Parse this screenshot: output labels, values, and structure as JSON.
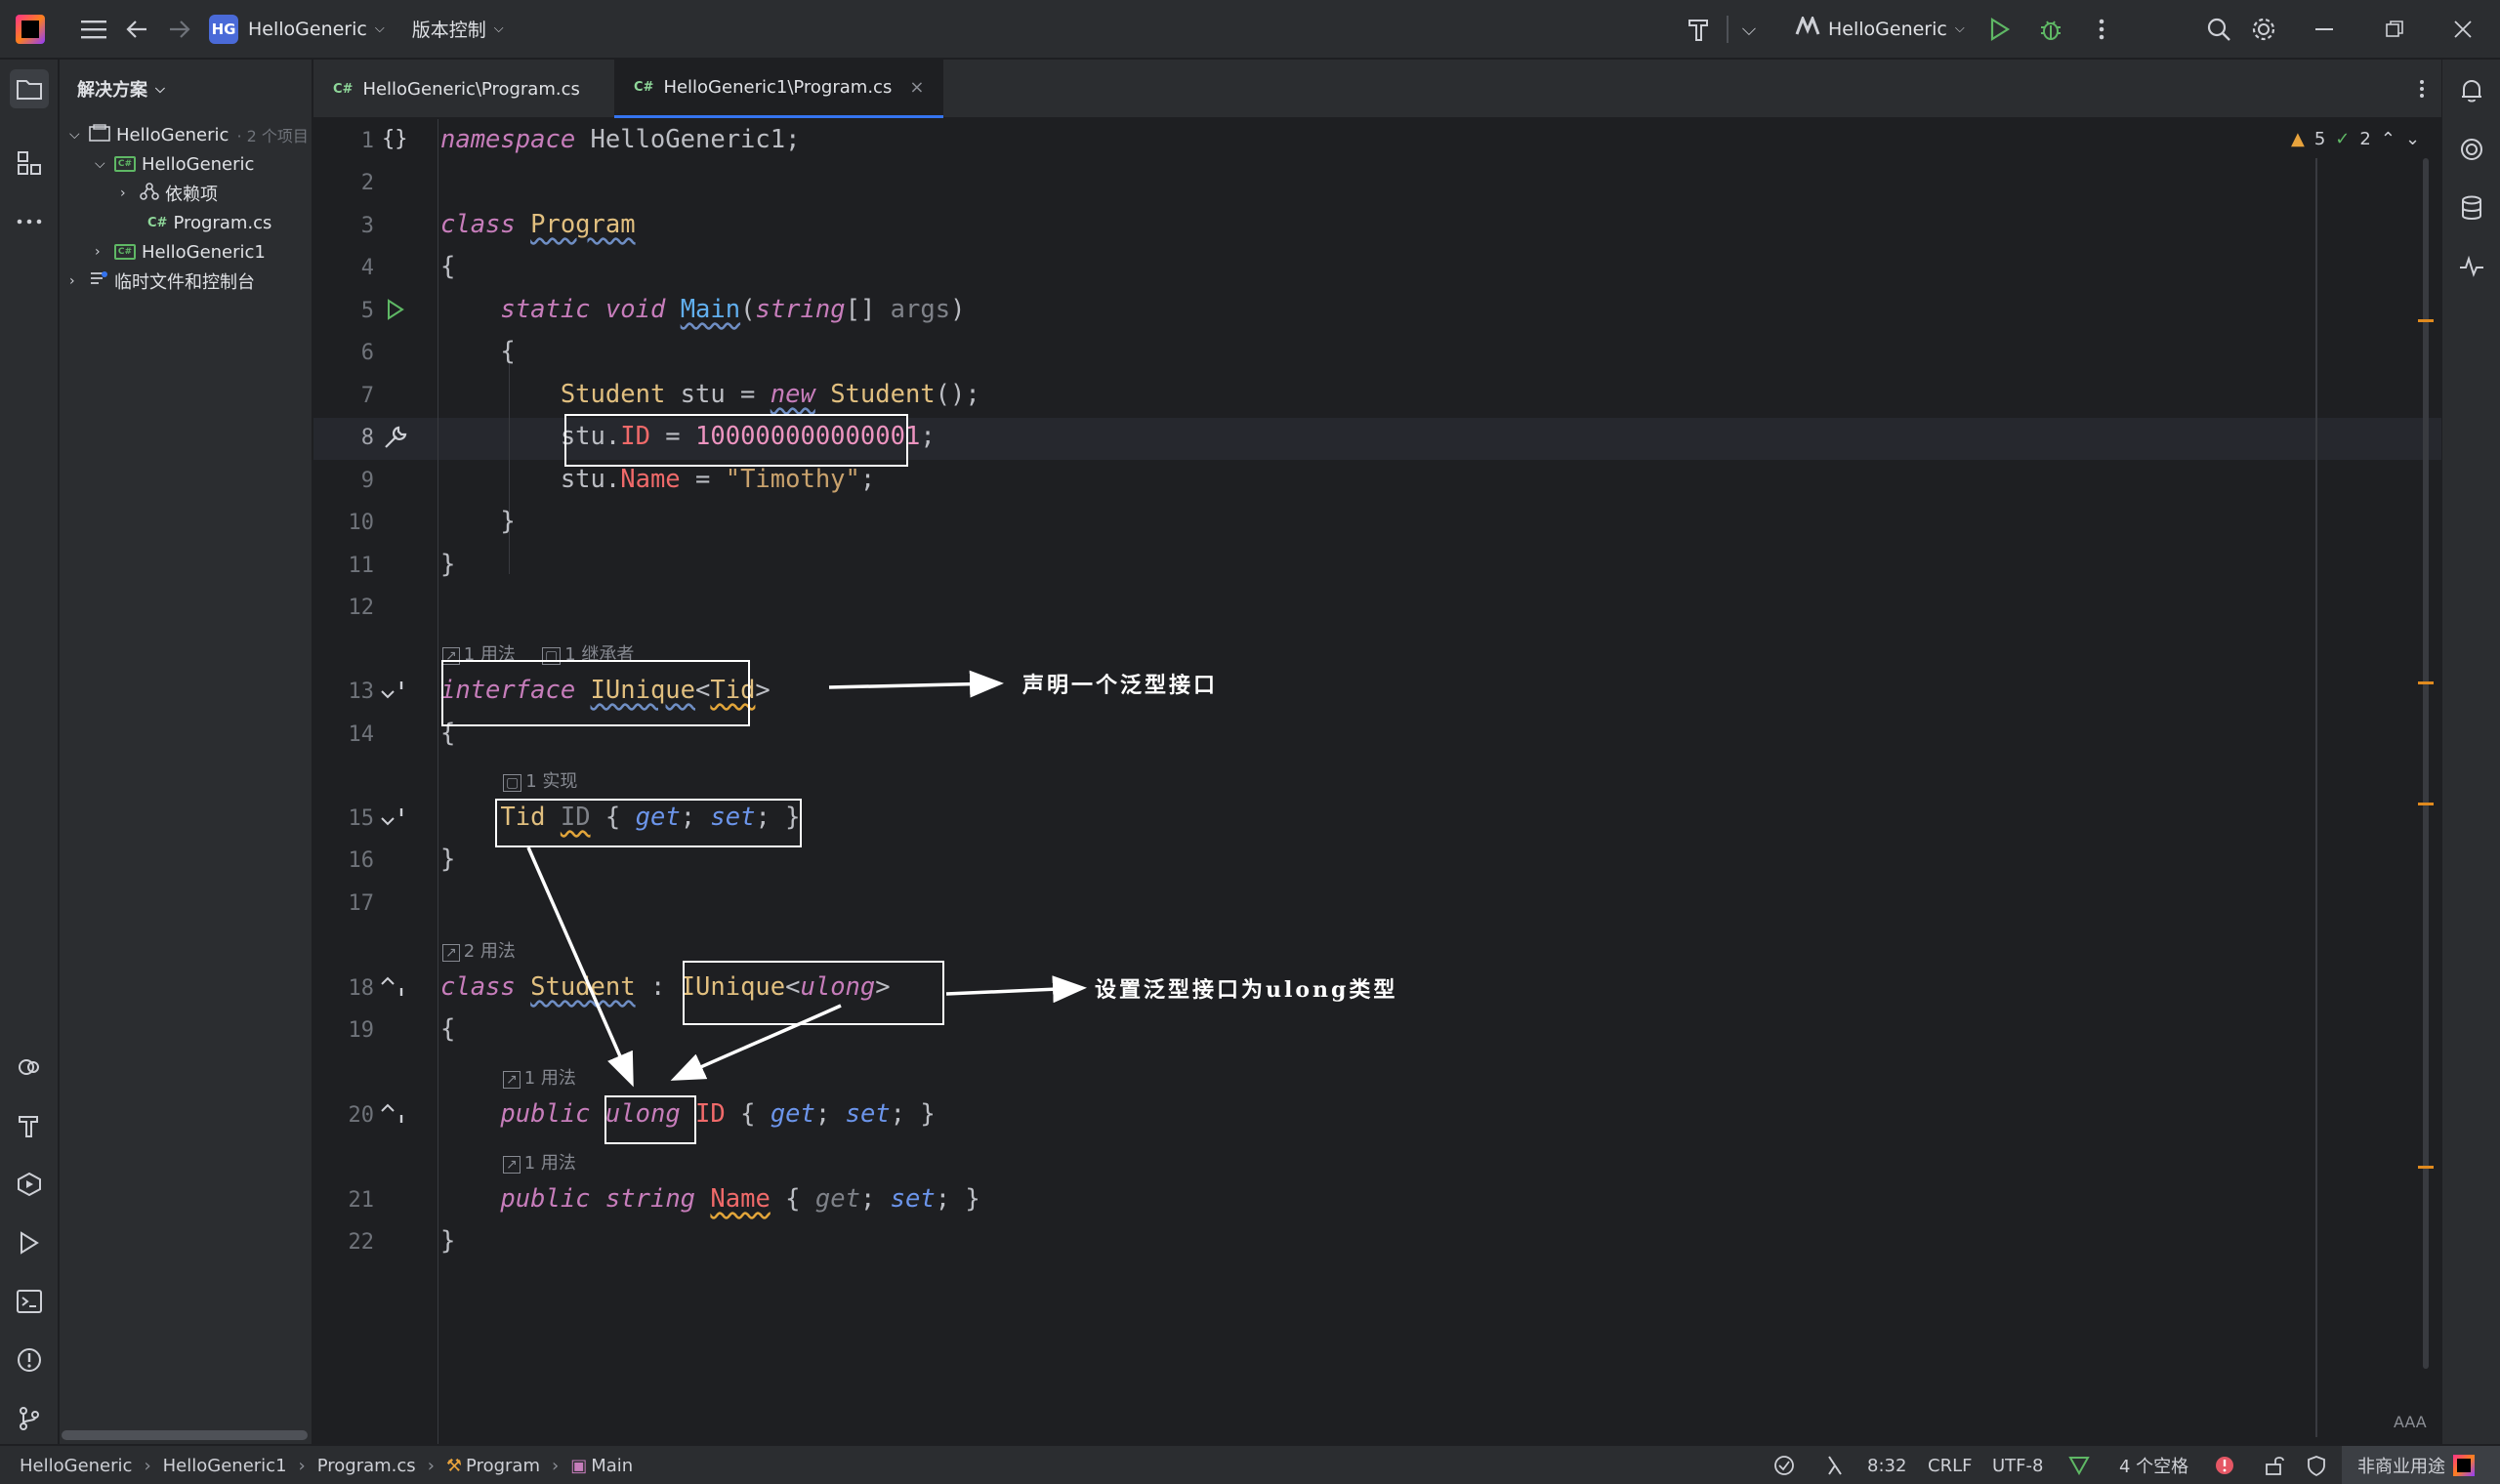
{
  "titlebar": {
    "project_badge": "HG",
    "project_name": "HelloGeneric",
    "vcs_menu": "版本控制",
    "run_config": "HelloGeneric"
  },
  "tree": {
    "header": "解决方案",
    "items": [
      {
        "label": "HelloGeneric",
        "extra": "· 2 个项目"
      },
      {
        "label": "HelloGeneric"
      },
      {
        "label": "依赖项"
      },
      {
        "label": "Program.cs"
      },
      {
        "label": "HelloGeneric1"
      },
      {
        "label": "临时文件和控制台"
      }
    ]
  },
  "tabs": [
    {
      "label": "HelloGeneric\\Program.cs"
    },
    {
      "label": "HelloGeneric1\\Program.cs"
    }
  ],
  "editor": {
    "line_numbers": [
      "1",
      "2",
      "3",
      "4",
      "5",
      "6",
      "7",
      "8",
      "9",
      "10",
      "11",
      "12",
      "13",
      "14",
      "15",
      "16",
      "17",
      "18",
      "19",
      "20",
      "21",
      "22"
    ],
    "hints": {
      "h1": "1 用法",
      "h2": "1 继承者",
      "h3": "1 实现",
      "h4": "2 用法",
      "h5": "1 用法",
      "h6": "1 用法"
    },
    "inspections": {
      "warnings": "5",
      "ok": "2"
    },
    "reader_mode": "AAA"
  },
  "annotations": {
    "interface_note": "声明一个泛型接口",
    "ulong_note": "设置泛型接口为ulong类型"
  },
  "statusbar": {
    "breadcrumbs": [
      "HelloGeneric",
      "HelloGeneric1",
      "Program.cs",
      "Program",
      "Main"
    ],
    "position": "8:32",
    "line_ending": "CRLF",
    "encoding": "UTF-8",
    "indent": "4 个空格",
    "license": "非商业用途"
  },
  "colors": {
    "keyword": "#c77dbb",
    "type": "#e1bf7f",
    "method": "#61afef",
    "string": "#c9a26d",
    "number": "#ed94c0",
    "property": "#f06a6a",
    "accent": "#3574f0"
  }
}
